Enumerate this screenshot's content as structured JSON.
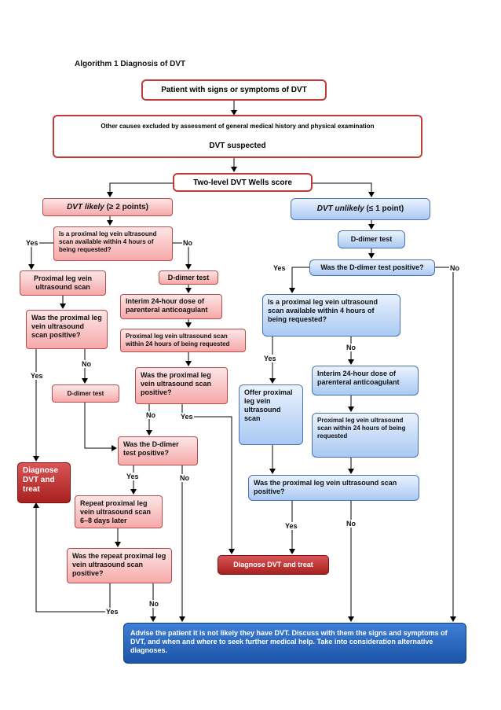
{
  "title": "Algorithm 1 Diagnosis of DVT",
  "nodes": {
    "signs": "Patient with signs or symptoms of DVT",
    "other_causes": "Other causes excluded by assessment of general medical history and physical examination",
    "dvt_suspected": "DVT suspected",
    "wells": "Two-level DVT Wells score",
    "likely_italic": "DVT likely",
    "likely_rest": " (≥ 2 points)",
    "unlikely_italic": "DVT unlikely",
    "unlikely_rest": " (≤ 1 point)",
    "l_us_available": "Is a proximal leg vein ultrasound scan available within 4 hours of being requested?",
    "l_prox_scan": "Proximal leg vein ultrasound scan",
    "l_was_prox_pos": "Was the proximal leg vein ultrasound scan positive?",
    "l_ddimer_left": "D-dimer test",
    "l_diagnose_left": "Diagnose DVT and treat",
    "l_ddimer_mid": "D-dimer test",
    "l_interim": "Interim 24-hour dose of parenteral anticoagulant",
    "l_prox_24h": "Proximal leg vein ultrasound scan within 24 hours of being requested",
    "l_was_prox_pos_mid": "Was the proximal leg vein ultrasound scan positive?",
    "l_was_ddimer_pos": "Was the D-dimer test positive?",
    "l_repeat": "Repeat proximal leg vein ultrasound scan 6–8 days later",
    "l_was_repeat_pos": "Was the repeat proximal leg vein ultrasound scan positive?",
    "diagnose_center": "Diagnose DVT and treat",
    "r_ddimer": "D-dimer test",
    "r_was_ddimer_pos": "Was the D-dimer test positive?",
    "r_us_available": "Is a proximal leg vein ultrasound scan available within 4 hours of being requested?",
    "r_offer": "Offer proximal leg vein ultrasound scan",
    "r_interim": "Interim 24-hour dose of parenteral anticoagulant",
    "r_prox_24h": "Proximal leg vein ultrasound scan within 24 hours of being requested",
    "r_was_prox_pos": "Was the proximal leg vein ultrasound scan positive?",
    "advise": "Advise the patient it is not likely they have DVT. Discuss with them the signs and symptoms of DVT, and when and where to seek further medical help. Take into consideration alternative diagnoses."
  },
  "labels": {
    "yes": "Yes",
    "no": "No"
  },
  "colors": {
    "border_red": "#c23b3b",
    "pink_fill": "#f6a9a9",
    "blue_fill": "#a9c9f3",
    "dark_red": "#a82020",
    "dark_blue": "#1c55a8"
  }
}
